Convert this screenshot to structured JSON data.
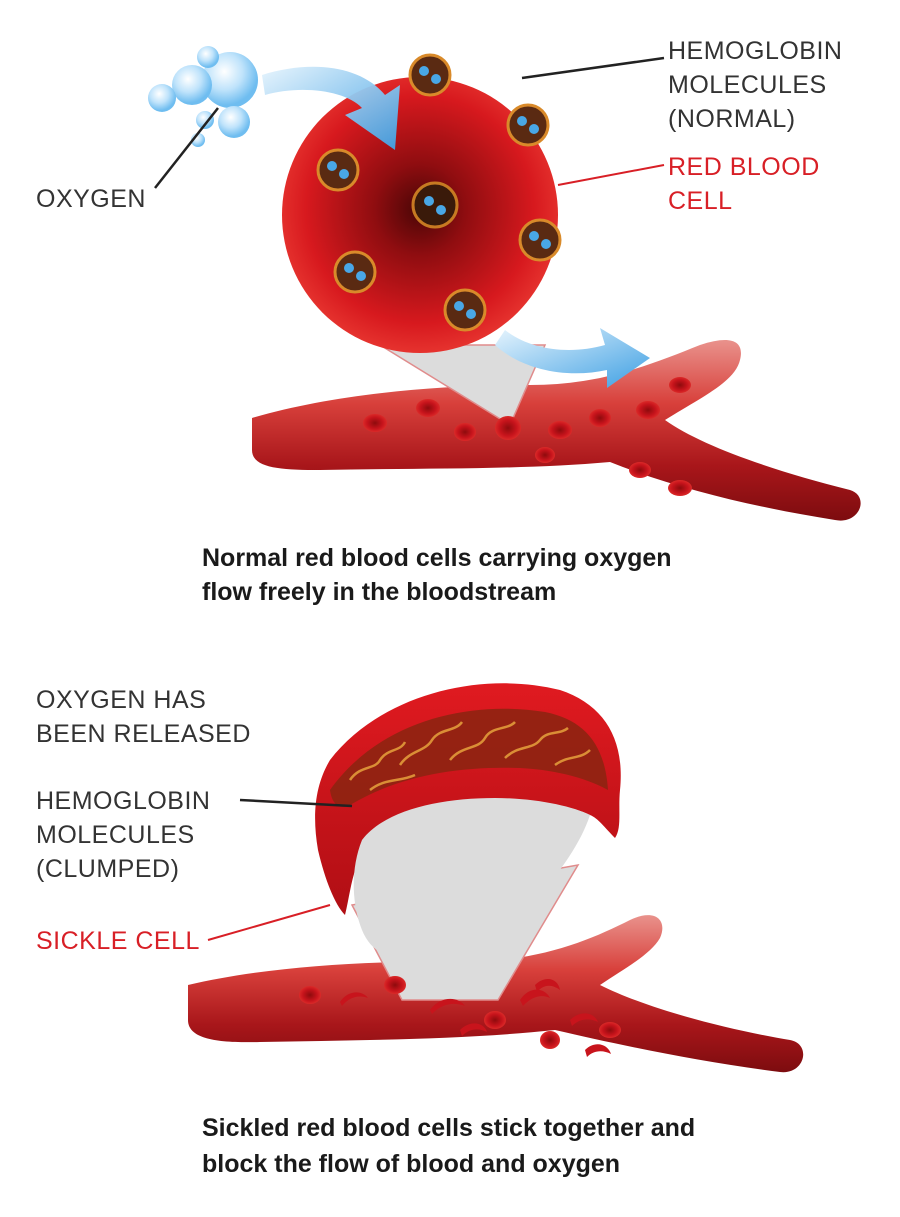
{
  "top": {
    "oxygen_label": "OXYGEN",
    "hemoglobin_label": [
      "HEMOGLOBIN",
      "MOLECULES",
      "(NORMAL)"
    ],
    "rbc_label": [
      "RED BLOOD",
      "CELL"
    ],
    "caption": [
      "Normal red blood cells carrying oxygen",
      "flow freely in the bloodstream"
    ]
  },
  "bottom": {
    "released_label": [
      "OXYGEN HAS",
      "BEEN RELEASED"
    ],
    "hemoglobin_label": [
      "HEMOGLOBIN",
      "MOLECULES",
      "(CLUMPED)"
    ],
    "sickle_label": "SICKLE CELL",
    "caption": [
      "Sickled red blood cells stick together and",
      "block the flow of blood and oxygen"
    ]
  },
  "colors": {
    "label_dark": "#333333",
    "label_red": "#d81f26",
    "blood_red": "#c8141c",
    "oxygen_blue": "#49a7e6"
  }
}
